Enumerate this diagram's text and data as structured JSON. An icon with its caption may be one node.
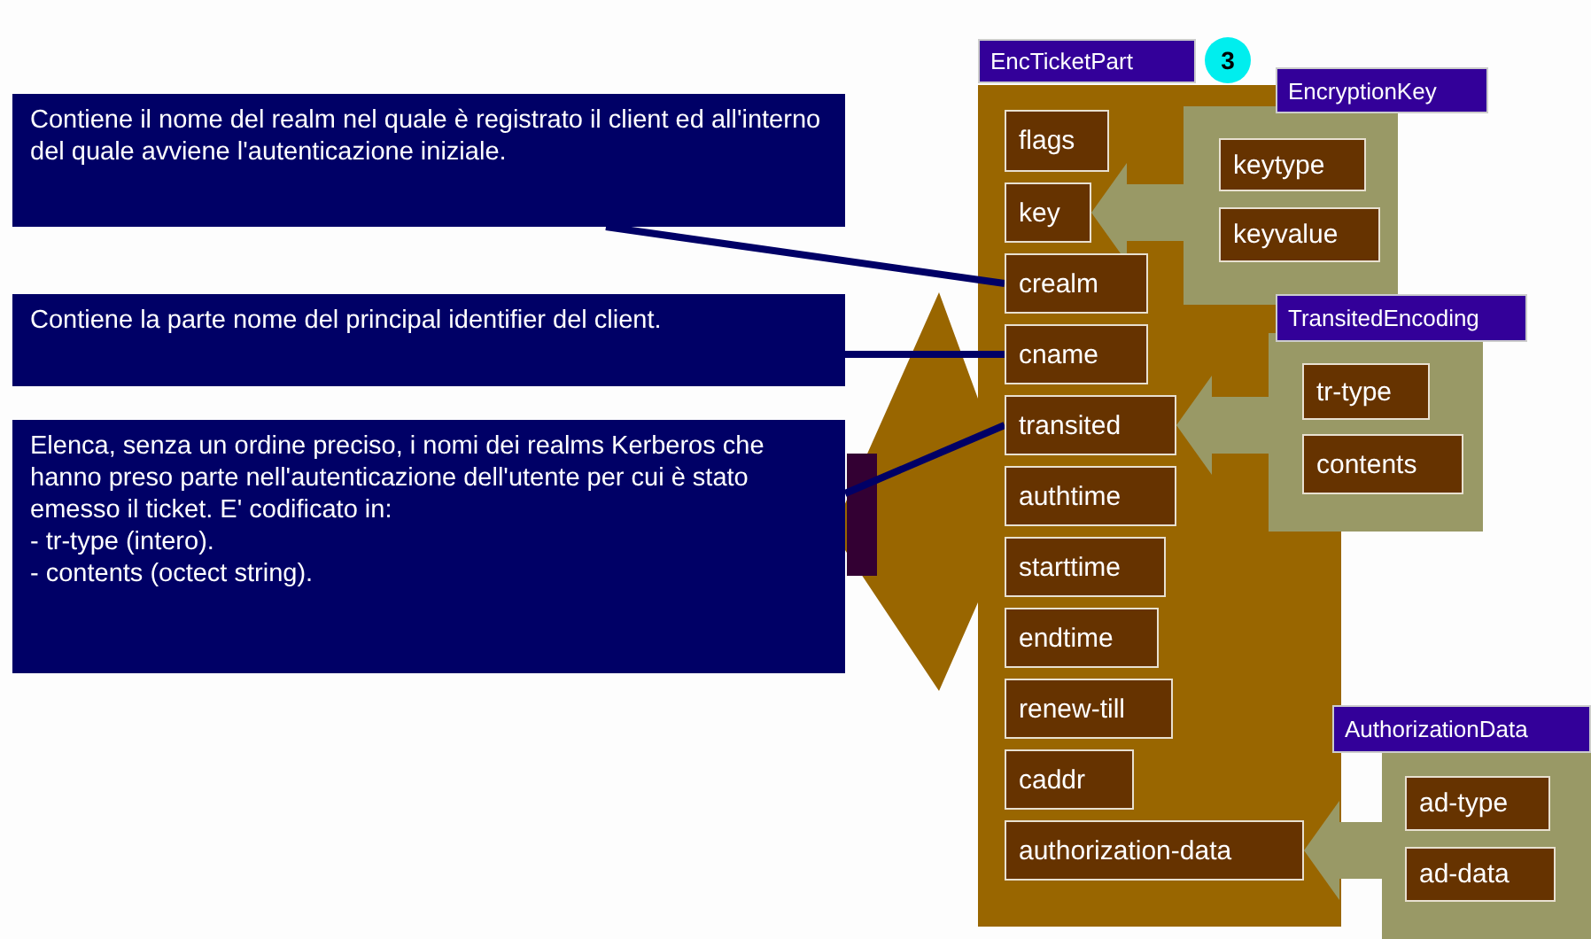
{
  "diagram": {
    "nodes": [
      {
        "text": [
          "Contiene il nome del realm nel quale è registrato il client ed all'interno del quale avviene l'autenticazione iniziale."
        ]
      },
      {
        "text": [
          "Contiene la parte nome del principal identifier del client."
        ]
      },
      {
        "text": [
          "Elenca, senza un ordine preciso,  i nomi dei realms Kerberos che hanno preso parte nell'autenticazione dell'utente per cui è stato emesso il ticket. E' codificato in:",
          "- tr-type (intero).",
          "- contents (octect string)."
        ]
      },
      {
        "text": [
          "EncTicketPart"
        ],
        "beside": [
          "3"
        ]
      },
      {
        "text": [
          "flags"
        ],
        "in": 3
      },
      {
        "text": [
          "key"
        ],
        "in": 3
      },
      {
        "text": [
          "crealm"
        ],
        "in": 3
      },
      {
        "text": [
          "cname"
        ],
        "in": 3
      },
      {
        "text": [
          "transited"
        ],
        "in": 3
      },
      {
        "text": [
          "authtime"
        ],
        "in": 3
      },
      {
        "text": [
          "starttime"
        ],
        "in": 3
      },
      {
        "text": [
          "endtime"
        ],
        "in": 3
      },
      {
        "text": [
          "renew-till"
        ],
        "in": 3
      },
      {
        "text": [
          "caddr"
        ],
        "in": 3
      },
      {
        "text": [
          "authorization-data"
        ],
        "in": 3
      },
      {
        "text": [
          "EncryptionKey"
        ]
      },
      {
        "text": [
          "keytype"
        ],
        "in": 15
      },
      {
        "text": [
          "keyvalue"
        ],
        "in": 15
      },
      {
        "text": [
          "TransitedEncoding"
        ]
      },
      {
        "text": [
          "tr-type"
        ],
        "in": 18
      },
      {
        "text": [
          "contents"
        ],
        "in": 18
      },
      {
        "text": [
          "AuthorizationData"
        ]
      },
      {
        "text": [
          "ad-type"
        ],
        "in": 21
      },
      {
        "text": [
          "ad-data"
        ],
        "in": 21
      }
    ],
    "edges": [
      {
        "from": 0,
        "to": 6,
        "arrow": "none",
        "color": "#000066"
      },
      {
        "from": 1,
        "to": 7,
        "arrow": "none",
        "color": "#000066"
      },
      {
        "from": 2,
        "to": 8,
        "arrow": "none",
        "color": "#000066"
      },
      {
        "from": 15,
        "to": 5,
        "arrow": "to",
        "style": "thick",
        "color": "#999966"
      },
      {
        "from": 18,
        "to": 8,
        "arrow": "to",
        "style": "thick",
        "color": "#999966"
      },
      {
        "from": 21,
        "to": 14,
        "arrow": "to",
        "style": "thick",
        "color": "#999966"
      }
    ]
  }
}
